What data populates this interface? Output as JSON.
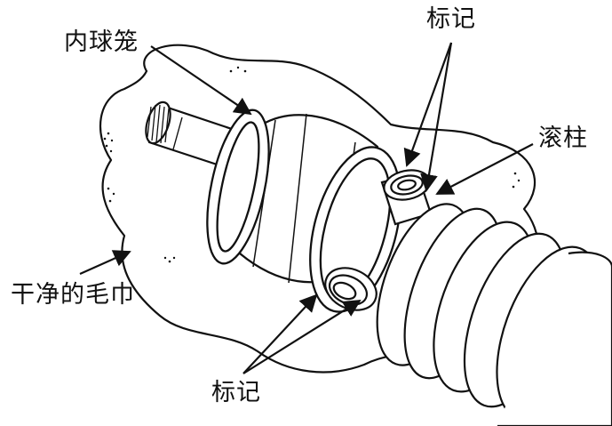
{
  "labels": {
    "inner_cage": "内球笼",
    "marks_top": "标记",
    "roller": "滚柱",
    "clean_towel": "干净的毛巾",
    "marks_bottom": "标记"
  },
  "colors": {
    "ink": "#111111",
    "paper": "#ffffff"
  }
}
